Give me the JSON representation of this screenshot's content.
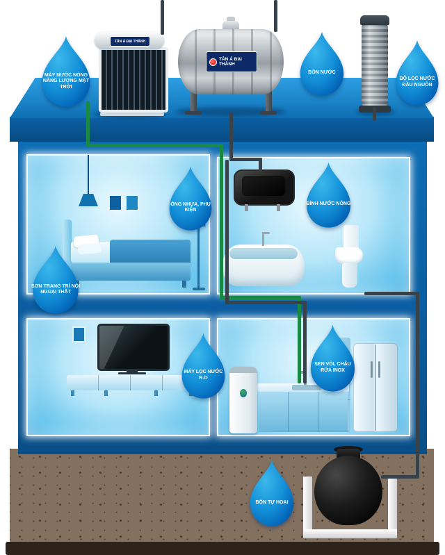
{
  "brand": {
    "name": "TÂN Á ĐẠI THÀNH"
  },
  "callouts": {
    "solar_water_heater": "MÁY NƯỚC NÓNG NĂNG LƯỢNG MẶT TRỜI",
    "water_tank": "BỒN NƯỚC",
    "source_water_filter": "BỘ LỌC NƯỚC ĐẦU NGUỒN",
    "pipes_fittings": "ỐNG NHỰA, PHỤ KIỆN",
    "hot_water_heater": "BÌNH NƯỚC NÓNG",
    "decorative_paint": "SƠN TRANG TRÍ NỘI NGOẠI THẤT",
    "ro_water_purifier": "MÁY LỌC NƯỚC R.O",
    "faucet_sink": "SEN VÒI, CHẬU RỬA INOX",
    "septic_tank": "BỒN TỰ HOẠI"
  },
  "colors": {
    "drop_blue_light": "#3cb8ec",
    "drop_blue_dark": "#005bb0",
    "roof_blue": "#0e6fb4",
    "wall_blue": "#0a5da0",
    "pipe_dark": "#37424a",
    "pipe_green": "#1a8943",
    "soil_brown": "#84705f"
  }
}
